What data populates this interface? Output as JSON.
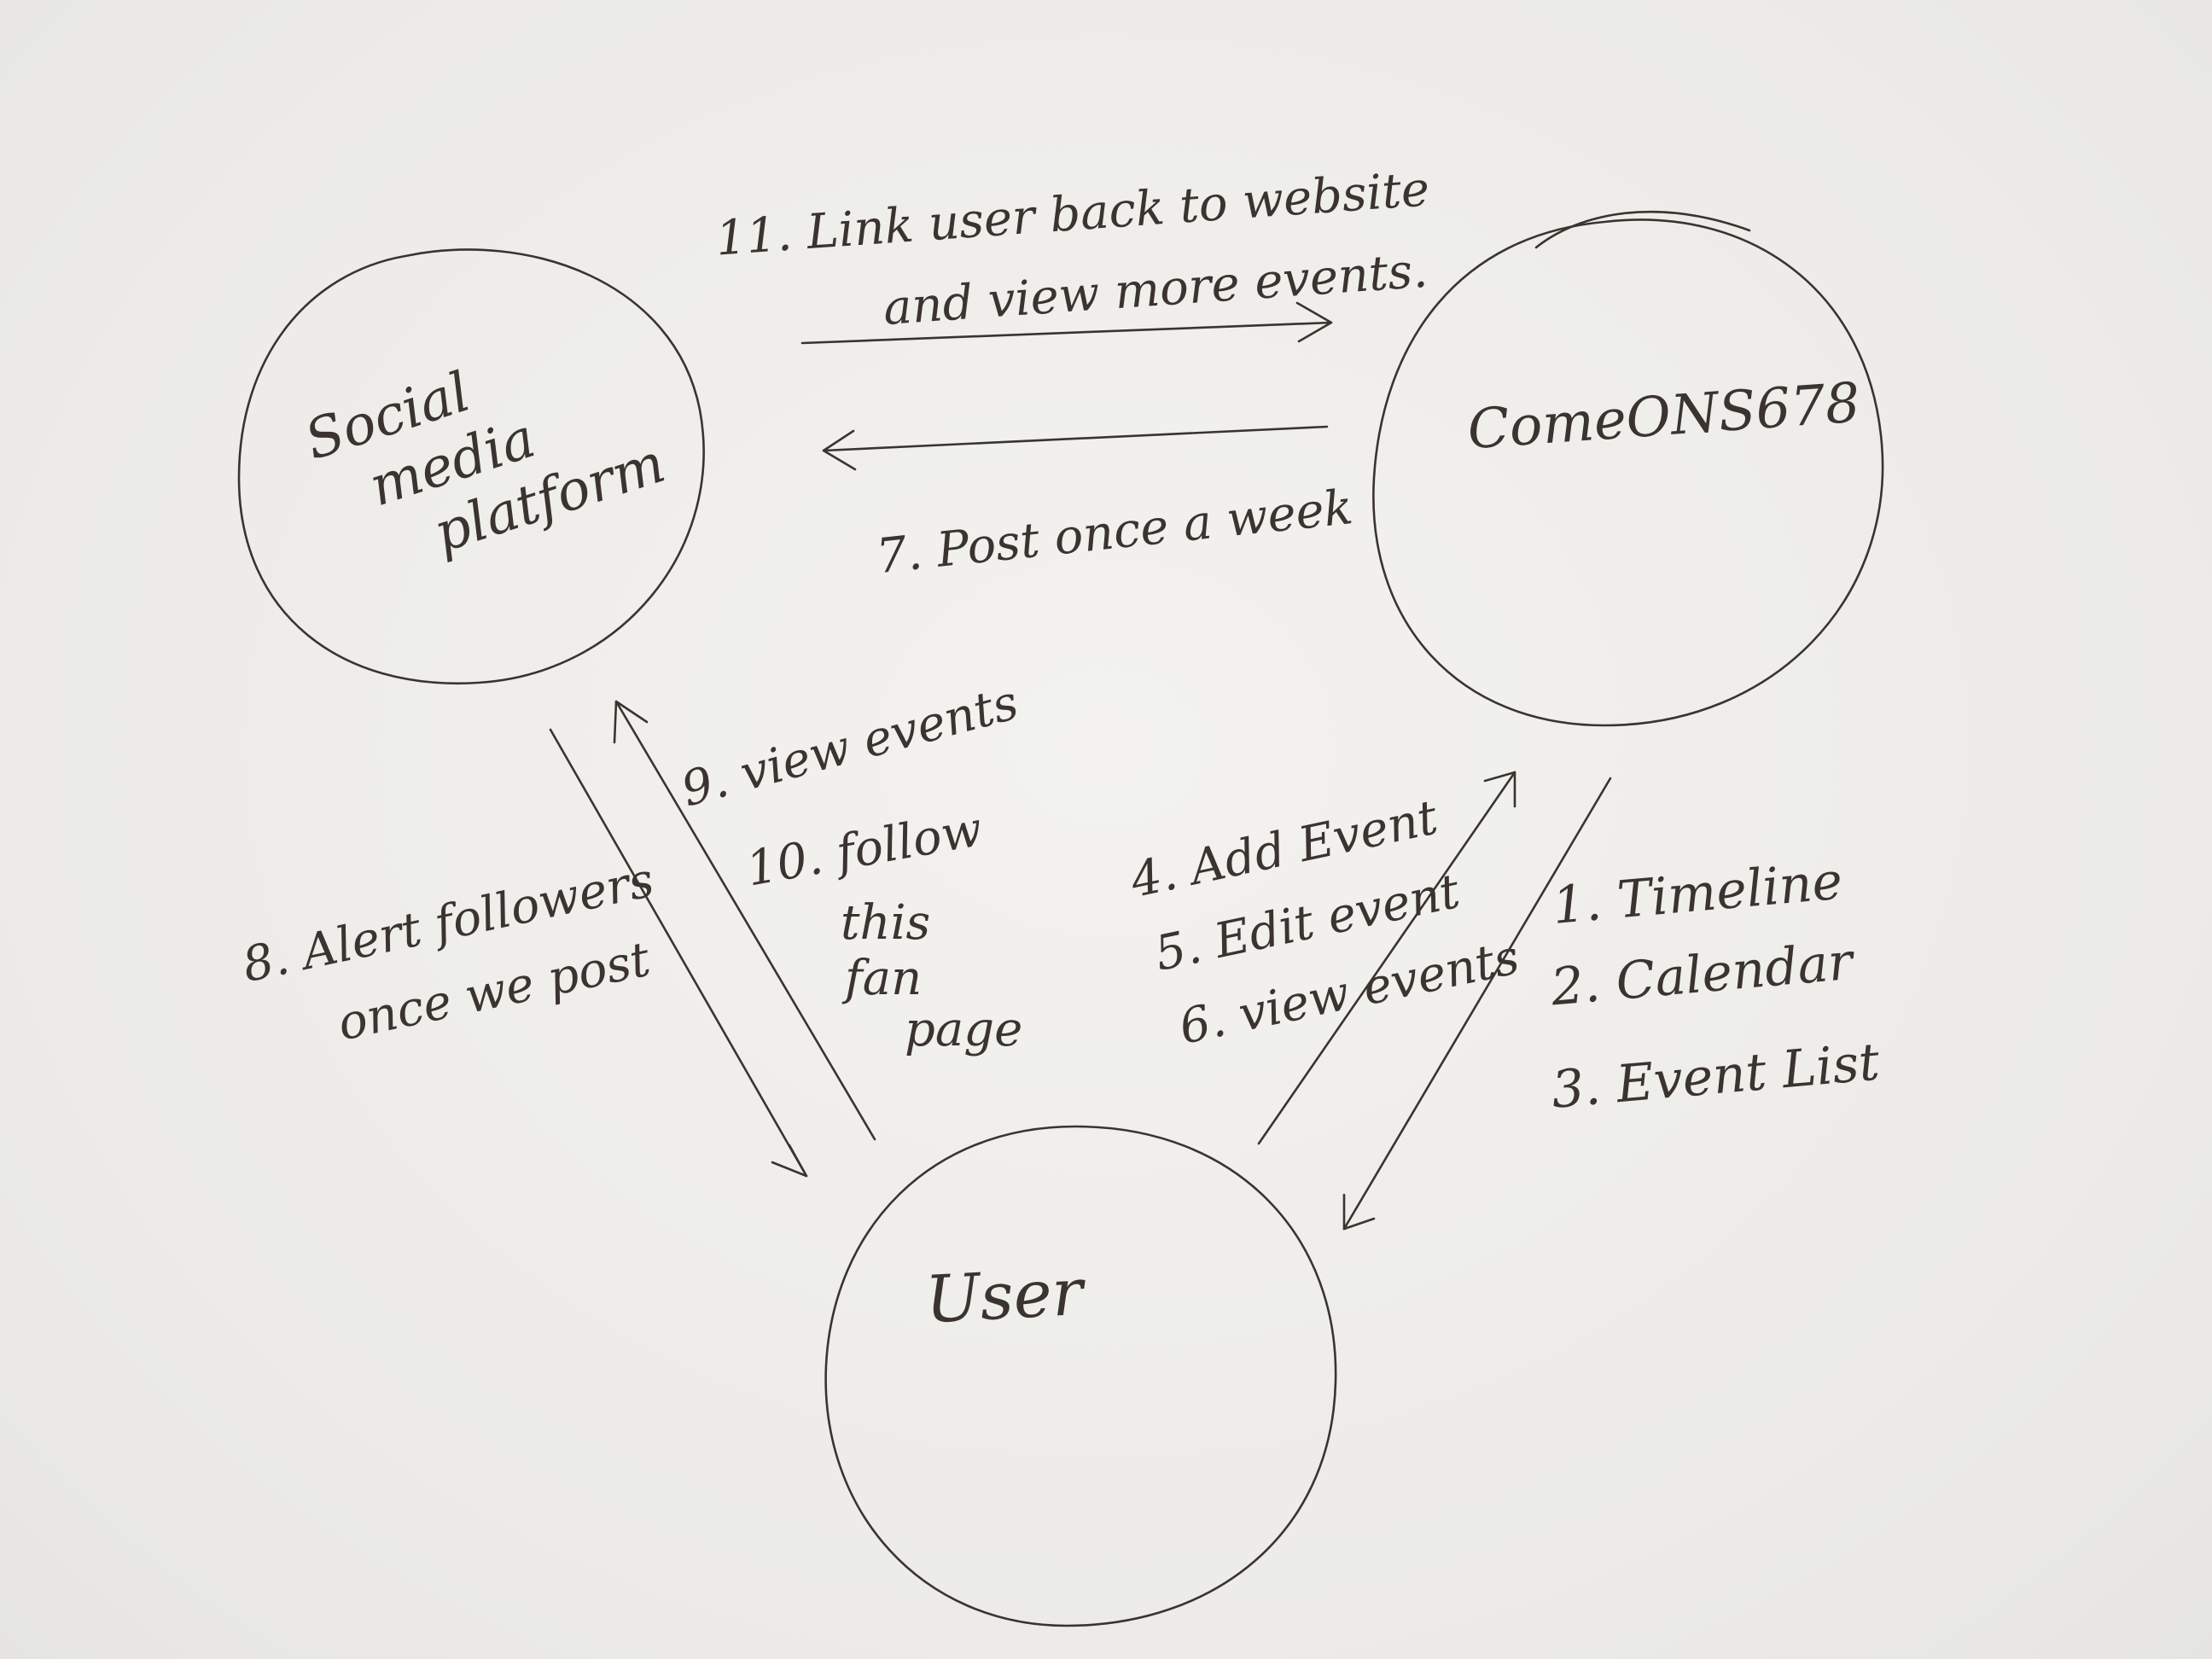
{
  "nodes": {
    "social": {
      "lines": [
        "Social",
        "media",
        "platform"
      ]
    },
    "comeons": {
      "label": "ComeONS678"
    },
    "user": {
      "label": "User"
    }
  },
  "edges": {
    "top_link": {
      "lines": [
        "11. Link user back to website",
        "and view more events."
      ]
    },
    "post_week": {
      "label": "7. Post once a week"
    },
    "alert": {
      "lines": [
        "8. Alert followers",
        "once we post"
      ]
    },
    "view_follow": {
      "lines": [
        "9. view events",
        "10. follow",
        "this",
        "fan",
        "page"
      ]
    },
    "add_edit": {
      "lines": [
        "4. Add Event",
        "5. Edit event",
        "6. view events"
      ]
    },
    "views_list": {
      "lines": [
        "1. Timeline",
        "2. Calendar",
        "3. Event List"
      ]
    }
  }
}
